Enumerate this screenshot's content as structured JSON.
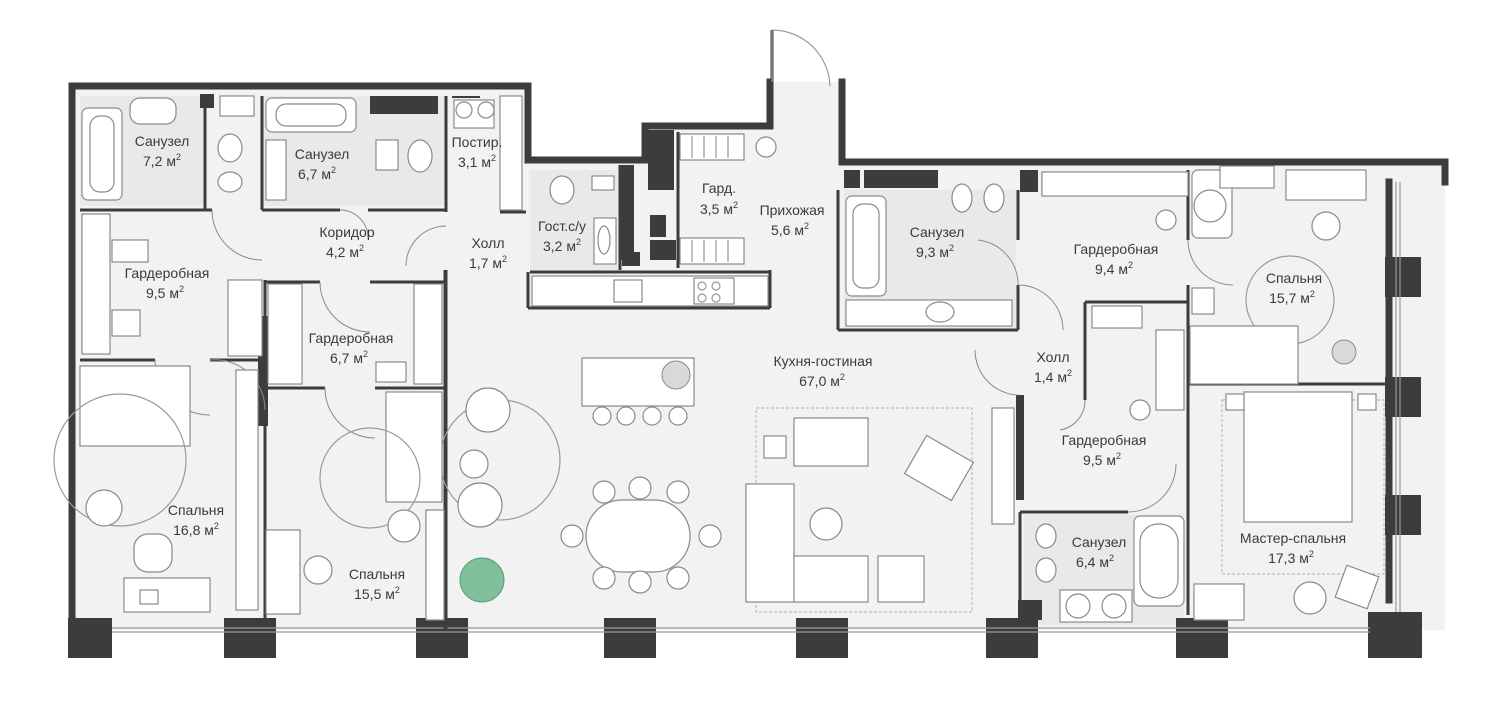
{
  "plan": {
    "area_unit": "м",
    "area_sup": "2",
    "accent_colors": {
      "wall": "#3c3c3c",
      "floor": "#f2f2f2",
      "plant": "#7fbf9a"
    },
    "rooms": [
      {
        "id": "sanuzel-1",
        "name": "Санузел",
        "area": "7,2"
      },
      {
        "id": "sanuzel-2",
        "name": "Санузел",
        "area": "6,7"
      },
      {
        "id": "postir",
        "name": "Постир.",
        "area": "3,1"
      },
      {
        "id": "gost",
        "name": "Гост.с/у",
        "area": "3,2"
      },
      {
        "id": "gard",
        "name": "Гард.",
        "area": "3,5"
      },
      {
        "id": "prihozhaya",
        "name": "Прихожая",
        "area": "5,6"
      },
      {
        "id": "koridor",
        "name": "Коридор",
        "area": "4,2"
      },
      {
        "id": "holl-1",
        "name": "Холл",
        "area": "1,7"
      },
      {
        "id": "garderobnaya-1",
        "name": "Гардеробная",
        "area": "9,5"
      },
      {
        "id": "garderobnaya-2",
        "name": "Гардеробная",
        "area": "6,7"
      },
      {
        "id": "kuhnya",
        "name": "Кухня-гостиная",
        "area": "67,0"
      },
      {
        "id": "sanuzel-3",
        "name": "Санузел",
        "area": "9,3"
      },
      {
        "id": "garderobnaya-3",
        "name": "Гардеробная",
        "area": "9,4"
      },
      {
        "id": "spalnya-1",
        "name": "Спальня",
        "area": "15,7"
      },
      {
        "id": "holl-2",
        "name": "Холл",
        "area": "1,4"
      },
      {
        "id": "garderobnaya-4",
        "name": "Гардеробная",
        "area": "9,5"
      },
      {
        "id": "spalnya-2",
        "name": "Спальня",
        "area": "16,8"
      },
      {
        "id": "spalnya-3",
        "name": "Спальня",
        "area": "15,5"
      },
      {
        "id": "sanuzel-4",
        "name": "Санузел",
        "area": "6,4"
      },
      {
        "id": "master",
        "name": "Мастер-спальня",
        "area": "17,3"
      }
    ]
  }
}
